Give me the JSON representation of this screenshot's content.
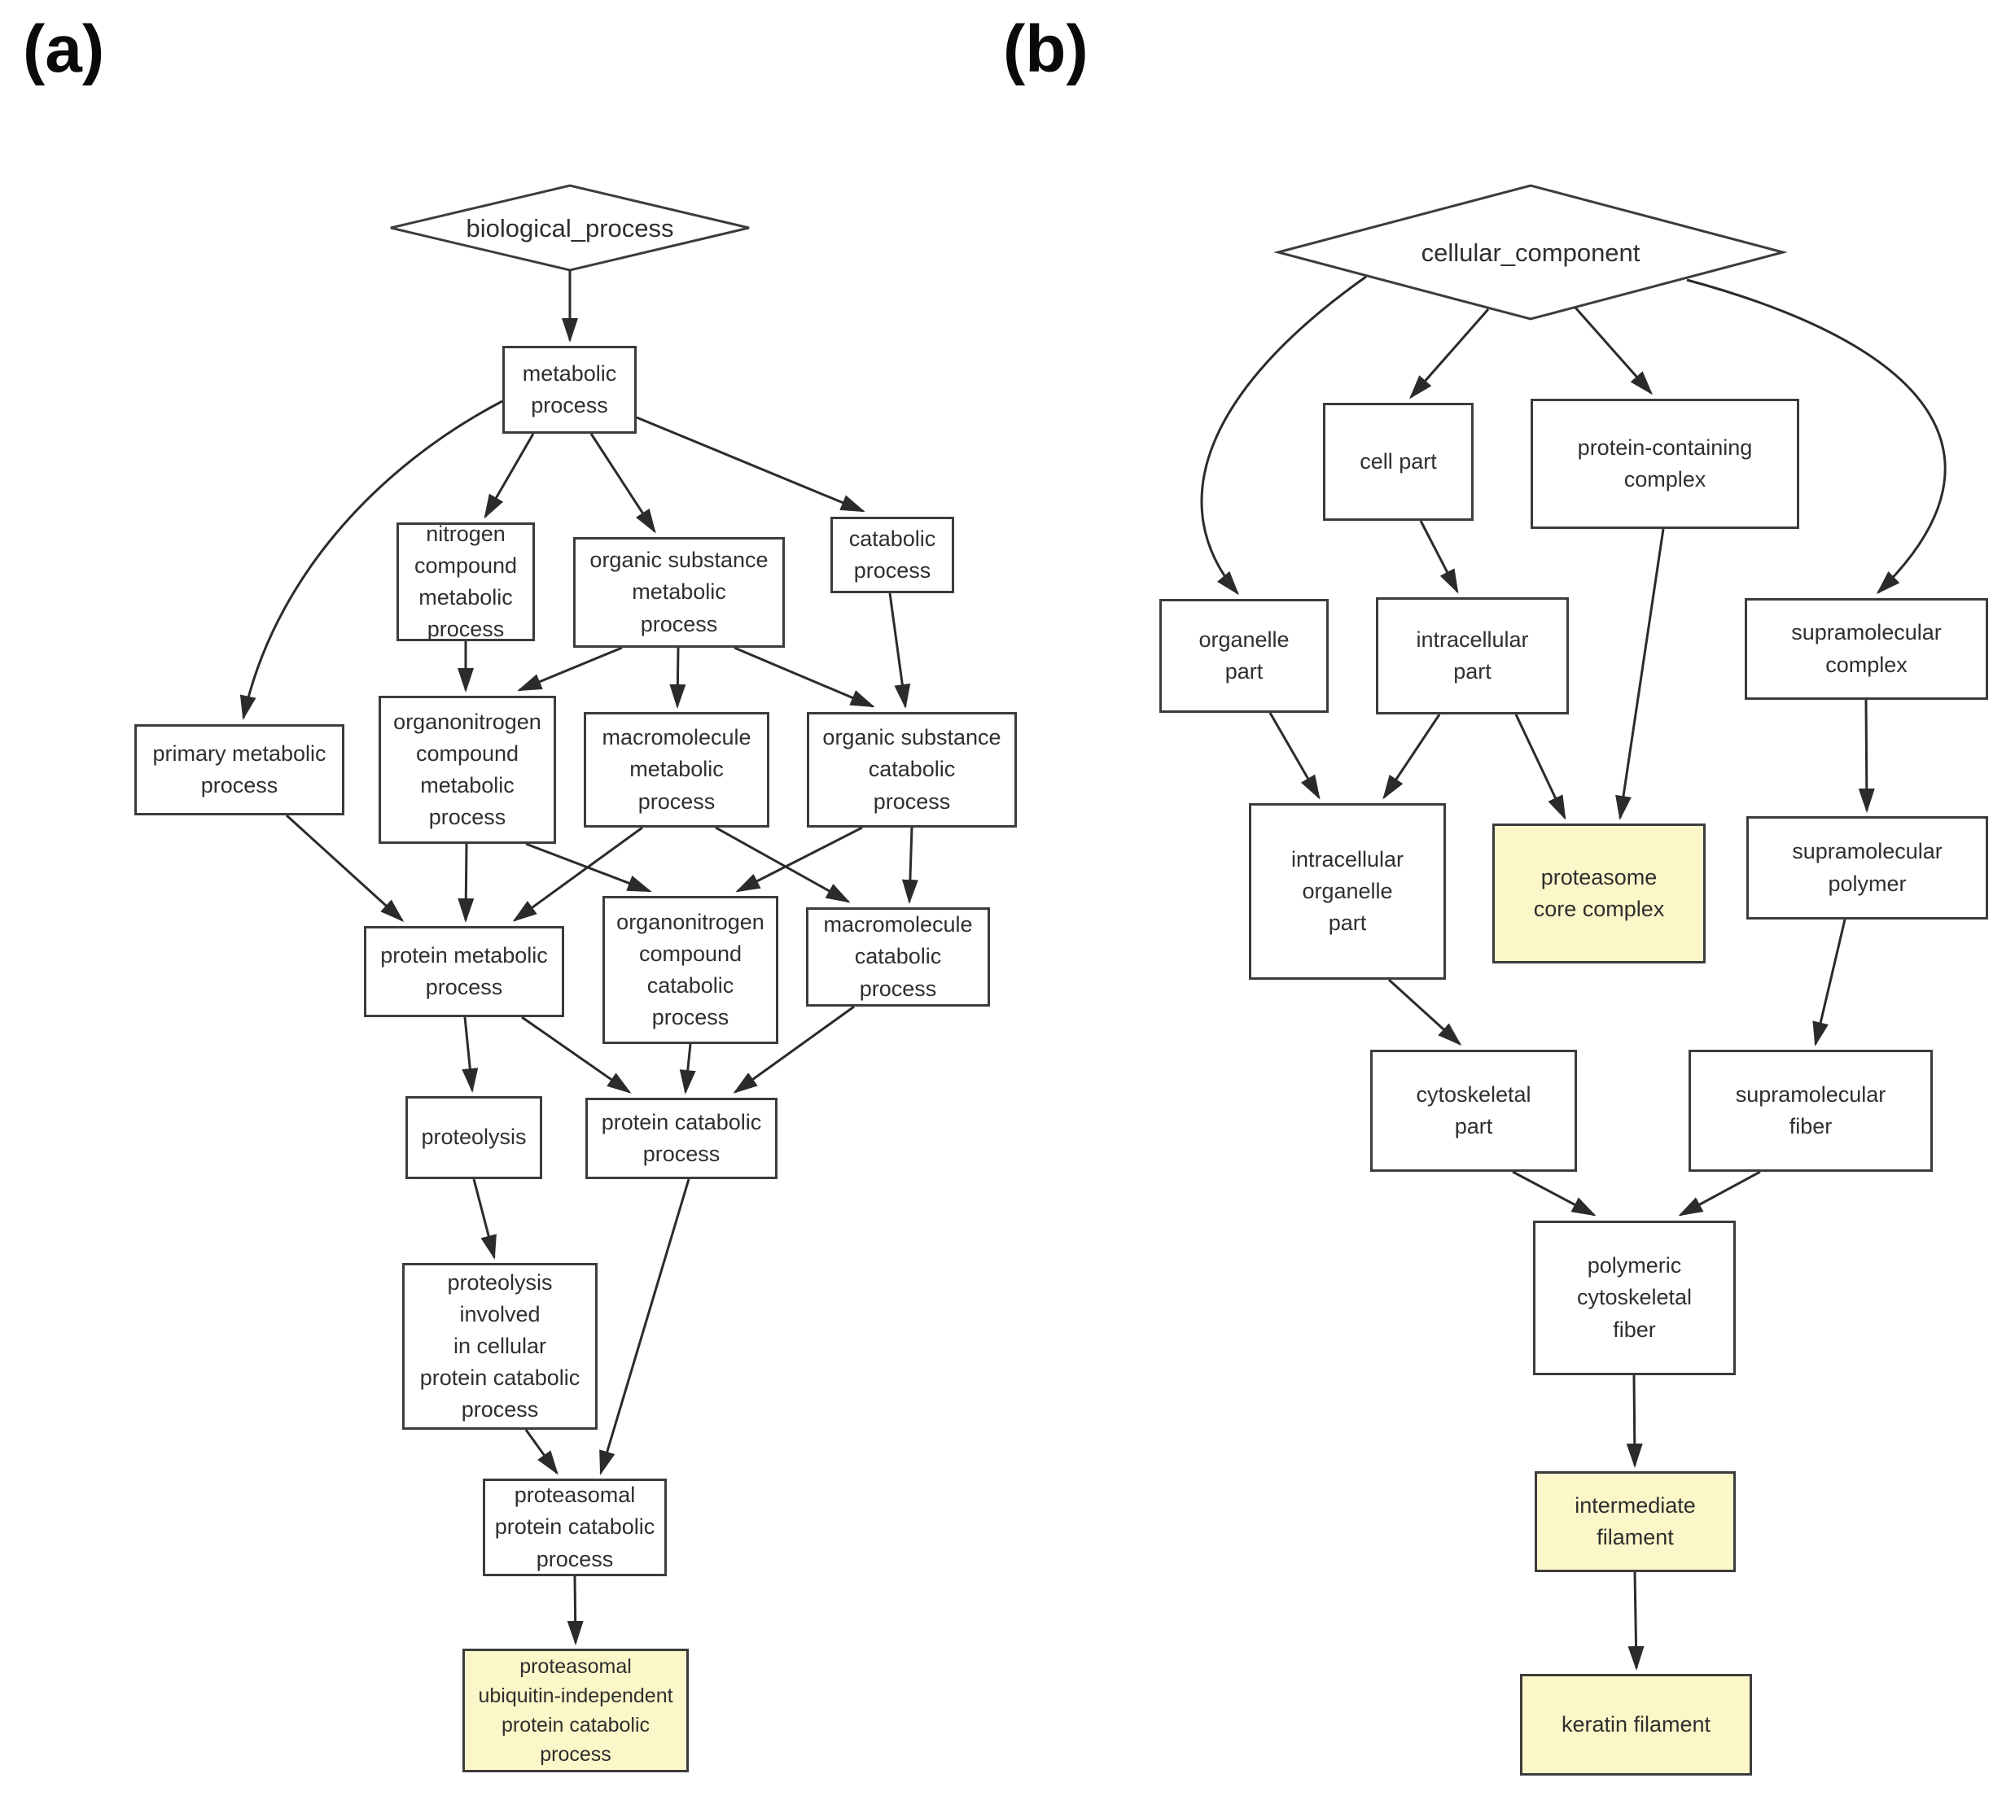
{
  "figure": {
    "panel_a_label": "(a)",
    "panel_b_label": "(b)"
  },
  "colors": {
    "highlight_fill": "#fbf7c8",
    "node_fill": "#ffffff",
    "node_border": "#3c3c3c",
    "edge_color": "#2b2b2b"
  },
  "panel_a": {
    "nodes": {
      "bp": "biological_process",
      "metabolic": "metabolic\nprocess",
      "nitrogen_compound": "nitrogen\ncompound\nmetabolic\nprocess",
      "organic_substance_metabolic": "organic substance\nmetabolic\nprocess",
      "catabolic": "catabolic\nprocess",
      "primary_metabolic": "primary metabolic\nprocess",
      "organonitrogen_metabolic": "organonitrogen\ncompound\nmetabolic\nprocess",
      "macromolecule_metabolic": "macromolecule\nmetabolic\nprocess",
      "organic_substance_catabolic": "organic substance\ncatabolic\nprocess",
      "protein_metabolic": "protein metabolic\nprocess",
      "organonitrogen_catabolic": "organonitrogen\ncompound\ncatabolic\nprocess",
      "macromolecule_catabolic": "macromolecule\ncatabolic\nprocess",
      "proteolysis": "proteolysis",
      "protein_catabolic": "protein catabolic\nprocess",
      "proteolysis_cellular": "proteolysis\ninvolved\nin cellular\nprotein catabolic\nprocess",
      "proteasomal": "proteasomal\nprotein catabolic\nprocess",
      "proteasomal_ubi": "proteasomal\nubiquitin-independent\nprotein catabolic\nprocess"
    },
    "highlighted": [
      "proteasomal_ubi"
    ],
    "edges": [
      {
        "from": "bp",
        "to": "metabolic"
      },
      {
        "from": "metabolic",
        "to": "nitrogen_compound"
      },
      {
        "from": "metabolic",
        "to": "organic_substance_metabolic"
      },
      {
        "from": "metabolic",
        "to": "catabolic"
      },
      {
        "from": "metabolic",
        "to": "primary_metabolic"
      },
      {
        "from": "nitrogen_compound",
        "to": "organonitrogen_metabolic"
      },
      {
        "from": "organic_substance_metabolic",
        "to": "organonitrogen_metabolic"
      },
      {
        "from": "organic_substance_metabolic",
        "to": "macromolecule_metabolic"
      },
      {
        "from": "organic_substance_metabolic",
        "to": "organic_substance_catabolic"
      },
      {
        "from": "catabolic",
        "to": "organic_substance_catabolic"
      },
      {
        "from": "primary_metabolic",
        "to": "protein_metabolic"
      },
      {
        "from": "organonitrogen_metabolic",
        "to": "protein_metabolic"
      },
      {
        "from": "organonitrogen_metabolic",
        "to": "organonitrogen_catabolic"
      },
      {
        "from": "macromolecule_metabolic",
        "to": "protein_metabolic"
      },
      {
        "from": "macromolecule_metabolic",
        "to": "macromolecule_catabolic"
      },
      {
        "from": "organic_substance_catabolic",
        "to": "organonitrogen_catabolic"
      },
      {
        "from": "organic_substance_catabolic",
        "to": "macromolecule_catabolic"
      },
      {
        "from": "protein_metabolic",
        "to": "proteolysis"
      },
      {
        "from": "protein_metabolic",
        "to": "protein_catabolic"
      },
      {
        "from": "organonitrogen_catabolic",
        "to": "protein_catabolic"
      },
      {
        "from": "macromolecule_catabolic",
        "to": "protein_catabolic"
      },
      {
        "from": "proteolysis",
        "to": "proteolysis_cellular"
      },
      {
        "from": "proteolysis_cellular",
        "to": "proteasomal"
      },
      {
        "from": "protein_catabolic",
        "to": "proteasomal"
      },
      {
        "from": "proteasomal",
        "to": "proteasomal_ubi"
      }
    ]
  },
  "panel_b": {
    "nodes": {
      "cc": "cellular_component",
      "cell_part": "cell part",
      "protein_containing": "protein-containing\ncomplex",
      "organelle_part": "organelle\npart",
      "intracellular_part": "intracellular\npart",
      "supramolecular_complex": "supramolecular\ncomplex",
      "intracellular_organelle": "intracellular\norganelle\npart",
      "proteasome_core": "proteasome\ncore complex",
      "supramolecular_polymer": "supramolecular\npolymer",
      "cytoskeletal_part": "cytoskeletal\npart",
      "supramolecular_fiber": "supramolecular\nfiber",
      "polymeric_fiber": "polymeric\ncytoskeletal\nfiber",
      "intermediate_filament": "intermediate\nfilament",
      "keratin_filament": "keratin filament"
    },
    "highlighted": [
      "proteasome_core",
      "intermediate_filament",
      "keratin_filament"
    ],
    "edges": [
      {
        "from": "cc",
        "to": "cell_part"
      },
      {
        "from": "cc",
        "to": "protein_containing"
      },
      {
        "from": "cc",
        "to": "organelle_part"
      },
      {
        "from": "cc",
        "to": "supramolecular_complex"
      },
      {
        "from": "cell_part",
        "to": "intracellular_part"
      },
      {
        "from": "organelle_part",
        "to": "intracellular_organelle"
      },
      {
        "from": "intracellular_part",
        "to": "intracellular_organelle"
      },
      {
        "from": "intracellular_part",
        "to": "proteasome_core"
      },
      {
        "from": "protein_containing",
        "to": "proteasome_core"
      },
      {
        "from": "supramolecular_complex",
        "to": "supramolecular_polymer"
      },
      {
        "from": "intracellular_organelle",
        "to": "cytoskeletal_part"
      },
      {
        "from": "supramolecular_polymer",
        "to": "supramolecular_fiber"
      },
      {
        "from": "cytoskeletal_part",
        "to": "polymeric_fiber"
      },
      {
        "from": "supramolecular_fiber",
        "to": "polymeric_fiber"
      },
      {
        "from": "polymeric_fiber",
        "to": "intermediate_filament"
      },
      {
        "from": "intermediate_filament",
        "to": "keratin_filament"
      }
    ]
  }
}
